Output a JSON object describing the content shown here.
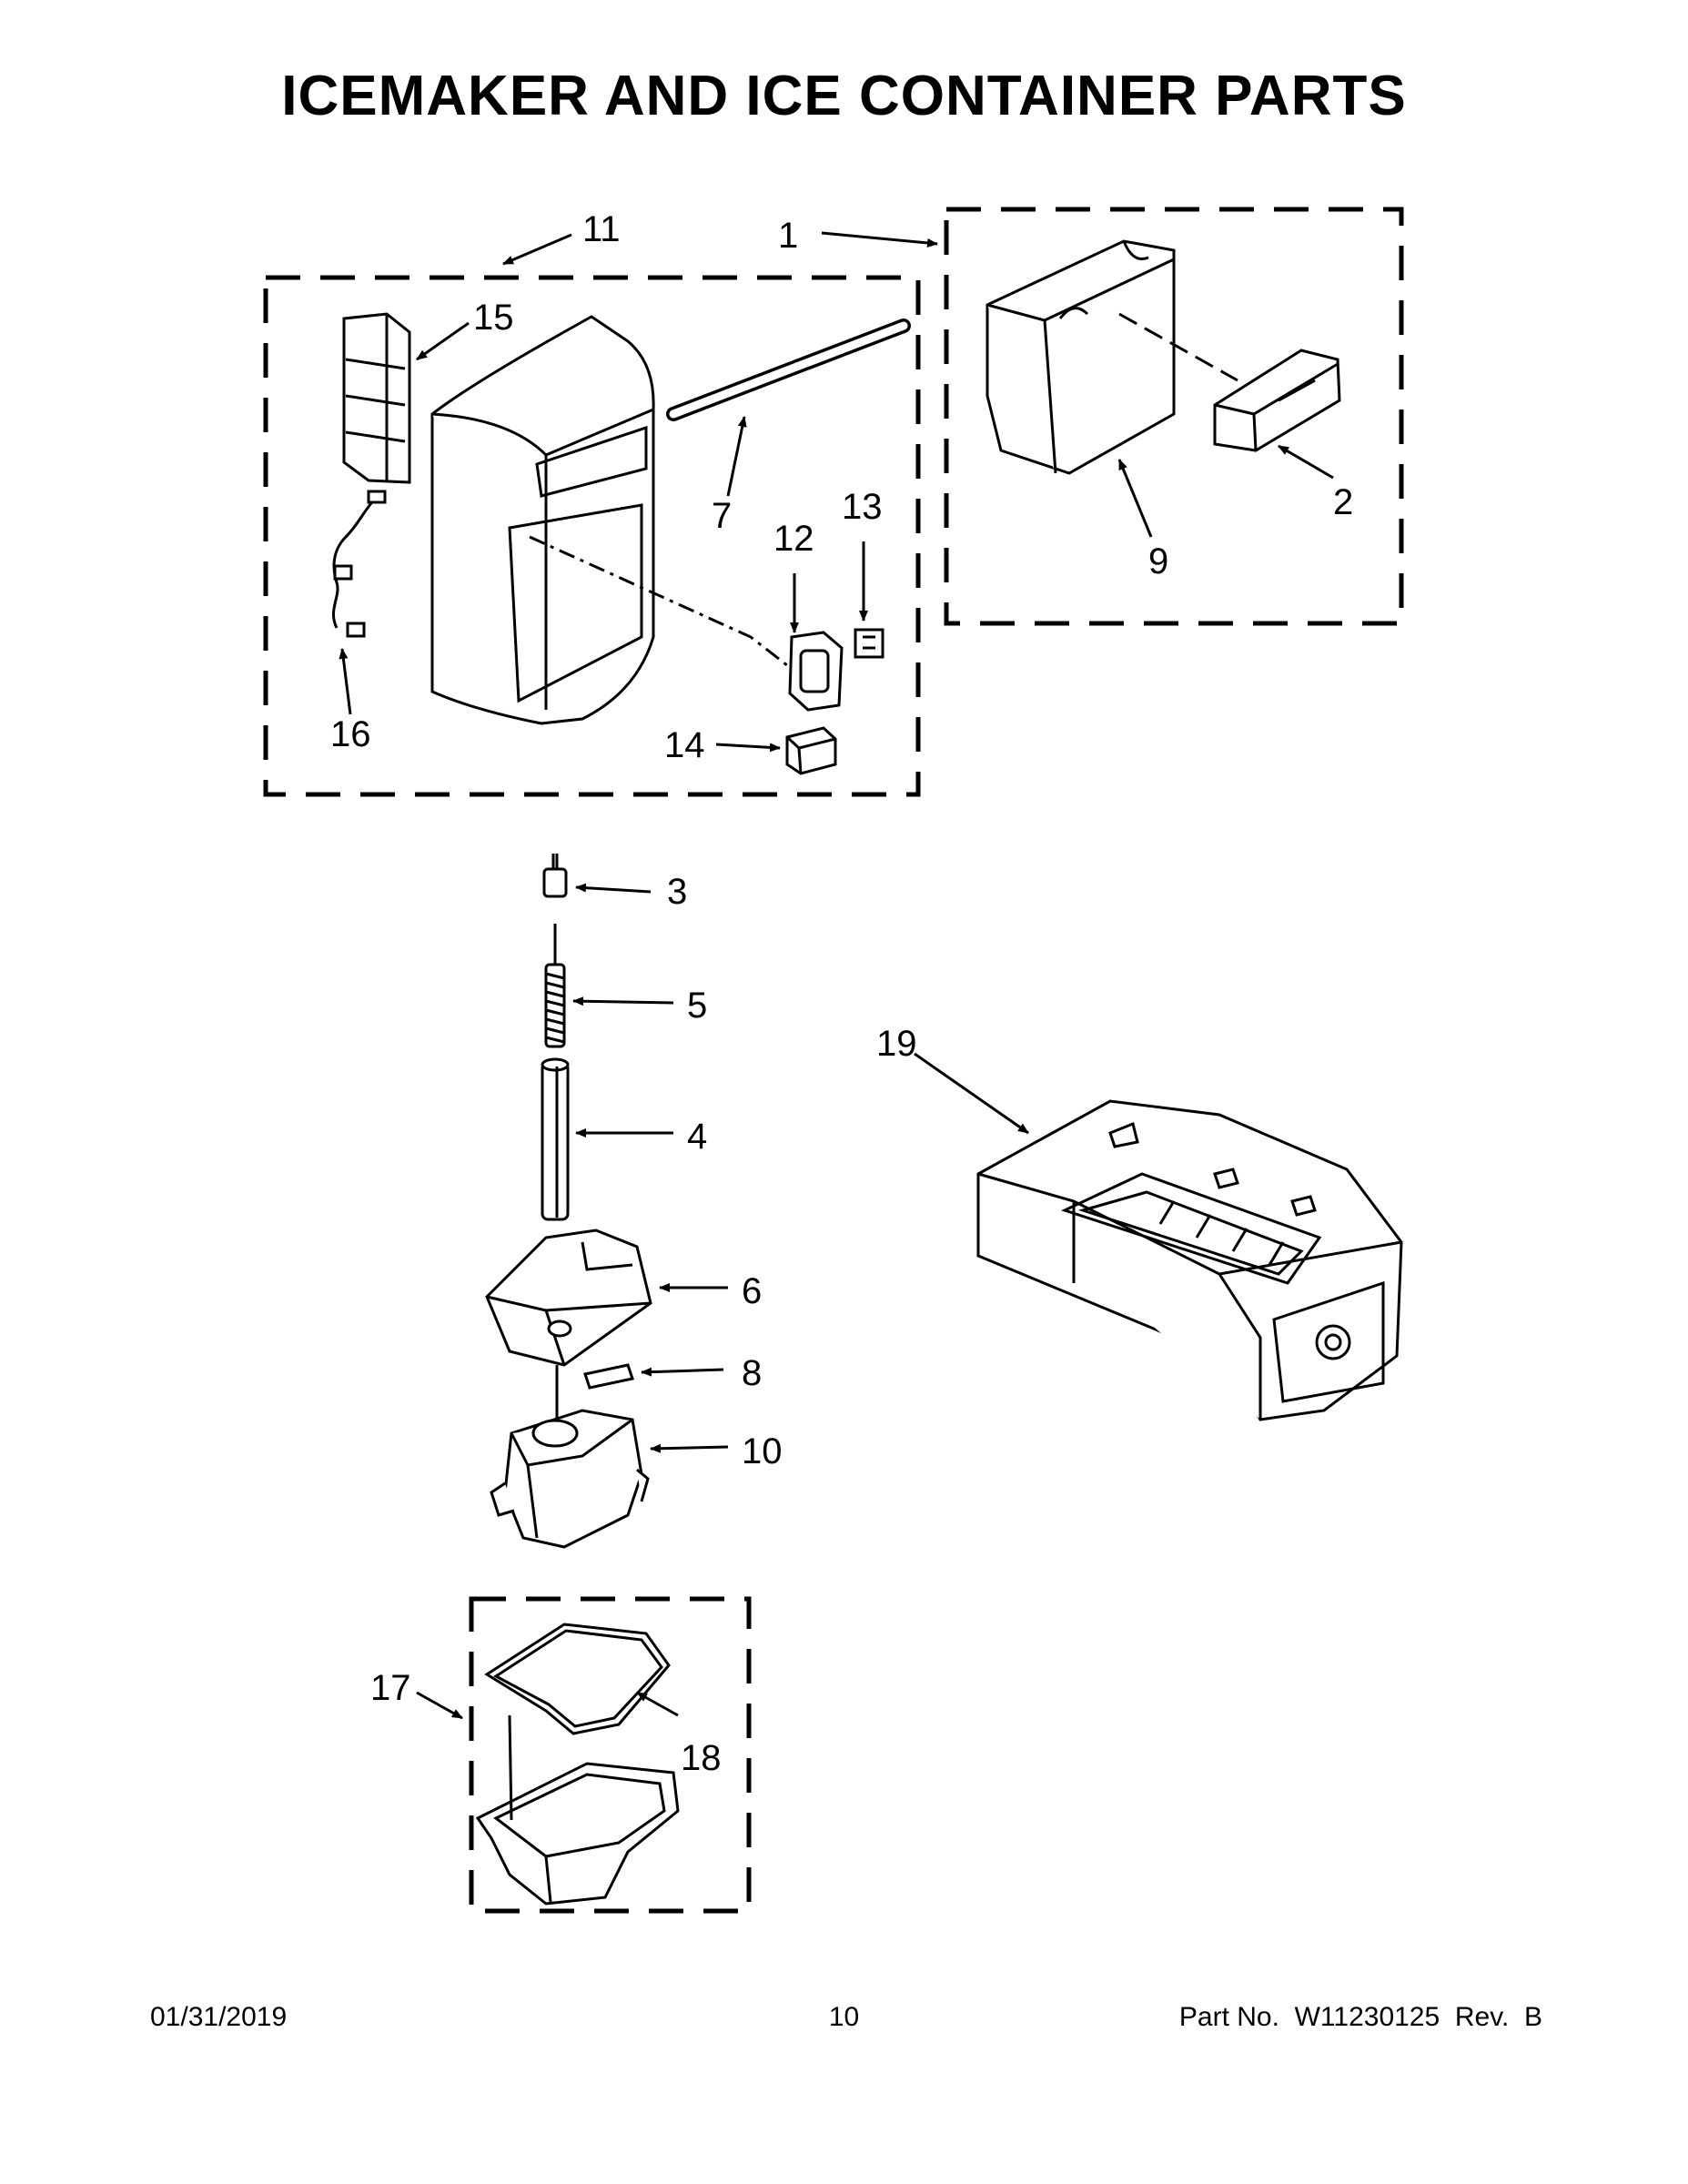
{
  "title": "ICEMAKER AND ICE CONTAINER PARTS",
  "callouts": {
    "c1": "1",
    "c2": "2",
    "c3": "3",
    "c4": "4",
    "c5": "5",
    "c6": "6",
    "c7": "7",
    "c8": "8",
    "c9": "9",
    "c10": "10",
    "c11": "11",
    "c12": "12",
    "c13": "13",
    "c14": "14",
    "c15": "15",
    "c16": "16",
    "c17": "17",
    "c18": "18",
    "c19": "19"
  },
  "footer": {
    "date": "01/31/2019",
    "page": "10",
    "part": "Part No.  W11230125  Rev.  B"
  }
}
